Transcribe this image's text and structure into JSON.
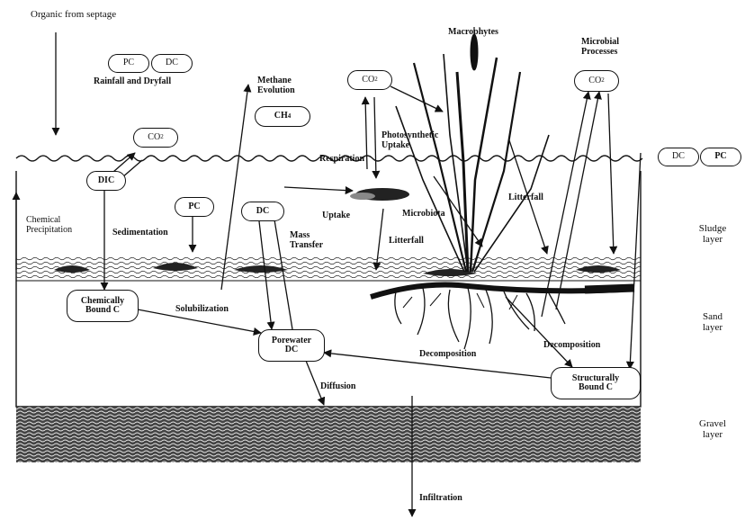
{
  "top": {
    "organic_from_septage": "Organic from septage",
    "rainfall_pc": "PC",
    "rainfall_dc": "DC",
    "rainfall_and_dryfall": "Rainfall and Dryfall",
    "methane_evolution": "Methane\nEvolution",
    "ch4": "CH4",
    "co2_left": "CO2",
    "co2_center": "CO2",
    "photosynthetic_uptake": "Photosynthetic\nUptake",
    "respiration": "Respiration",
    "macrophytes": "Macrophytes",
    "microbial_processes": "Microbial\nProcesses",
    "co2_right": "CO2"
  },
  "legend": {
    "dc": "DC",
    "pc": "PC"
  },
  "water": {
    "dic": "DIC",
    "pc": "PC",
    "dc": "DC",
    "uptake": "Uptake",
    "microbiota": "Microbiota",
    "litterfall_right": "Litterfall",
    "litterfall_center": "Litterfall",
    "chemical_precipitation": "Chemical\nPrecipitation",
    "sedimentation": "Sedimentation",
    "mass_transfer": "Mass\nTransfer"
  },
  "sediment": {
    "chemically_bound_c": "Chemically\nBound C",
    "solubilization": "Solubilization",
    "porewater_dc": "Porewater\nDC",
    "decomposition_center": "Decomposition",
    "decomposition_right": "Decomposition",
    "structurally_bound_c": "Structurally\nBound C",
    "diffusion": "Diffusion",
    "infiltration": "Infiltration"
  },
  "layers": {
    "sludge": "Sludge\nlayer",
    "sand": "Sand\nlayer",
    "gravel": "Gravel\nlayer"
  }
}
